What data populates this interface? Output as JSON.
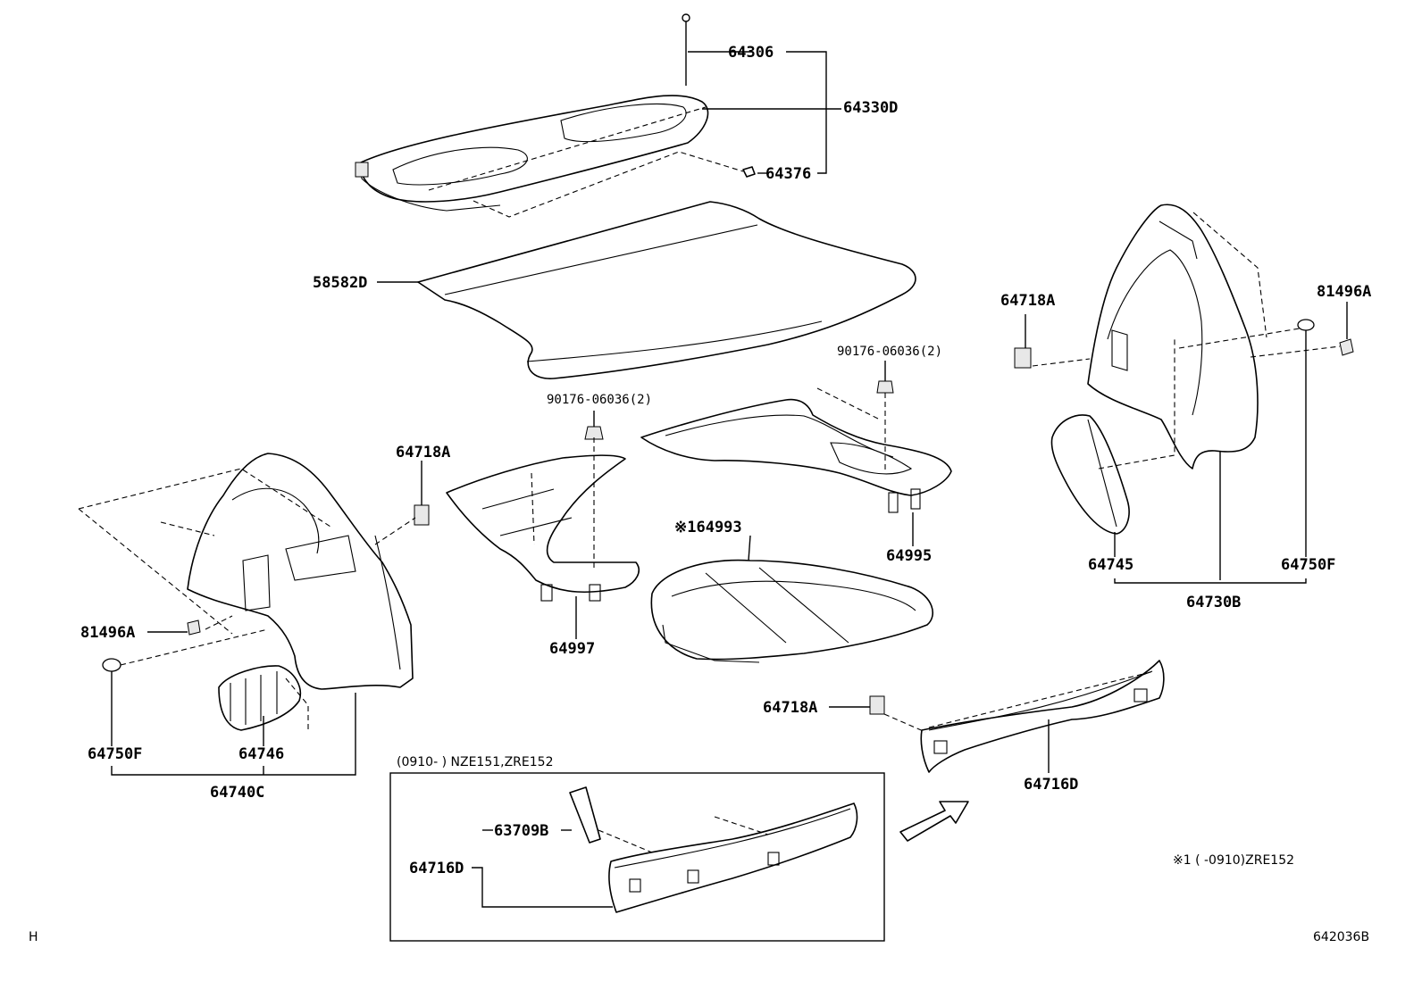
{
  "labels": {
    "p64306": "64306",
    "p64330D": "64330D",
    "p64376": "64376",
    "p58582D": "58582D",
    "p64718A_right": "64718A",
    "p81496A_right": "81496A",
    "p90176_center": "90176-06036(2)",
    "p90176_right": "90176-06036(2)",
    "p64718A_left": "64718A",
    "p64993": "※164993",
    "p64995": "64995",
    "p64745": "64745",
    "p64750F_right": "64750F",
    "p64730B": "64730B",
    "p81496A_left": "81496A",
    "p64997": "64997",
    "p64718A_bottom": "64718A",
    "p64750F_left": "64750F",
    "p64746": "64746",
    "p64740C": "64740C",
    "p64716D_right": "64716D",
    "p63709B": "63709B",
    "p64716D_inset": "64716D"
  },
  "inset": {
    "title": "(0910-    ) NZE151,ZRE152"
  },
  "notes": {
    "footnote": "※1  (    -0910)ZRE152",
    "code_left": "H",
    "code_right": "642036B"
  }
}
